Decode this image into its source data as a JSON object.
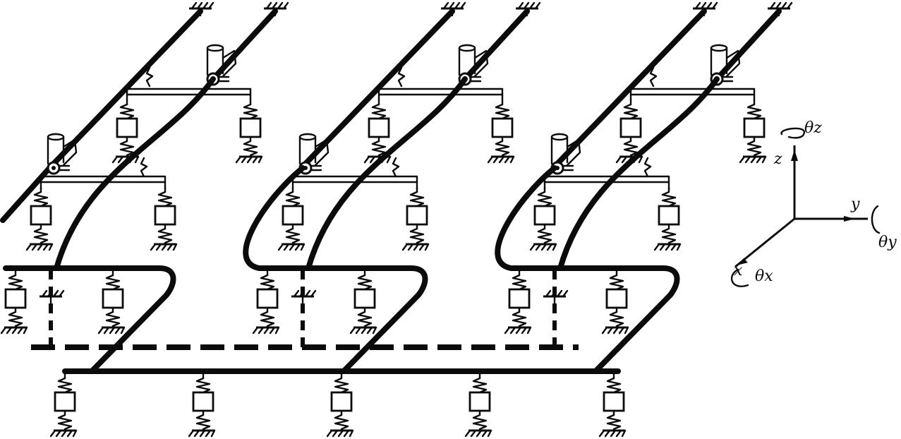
{
  "figure": {
    "labels": {
      "x": "x",
      "y": "y",
      "z": "z",
      "theta_x": "θx",
      "theta_y": "θy",
      "theta_z": "θz"
    },
    "colors": {
      "ink": "#0b0b0b",
      "paper": "#ffffff"
    },
    "bays": 3,
    "front_spring_count": 5
  }
}
